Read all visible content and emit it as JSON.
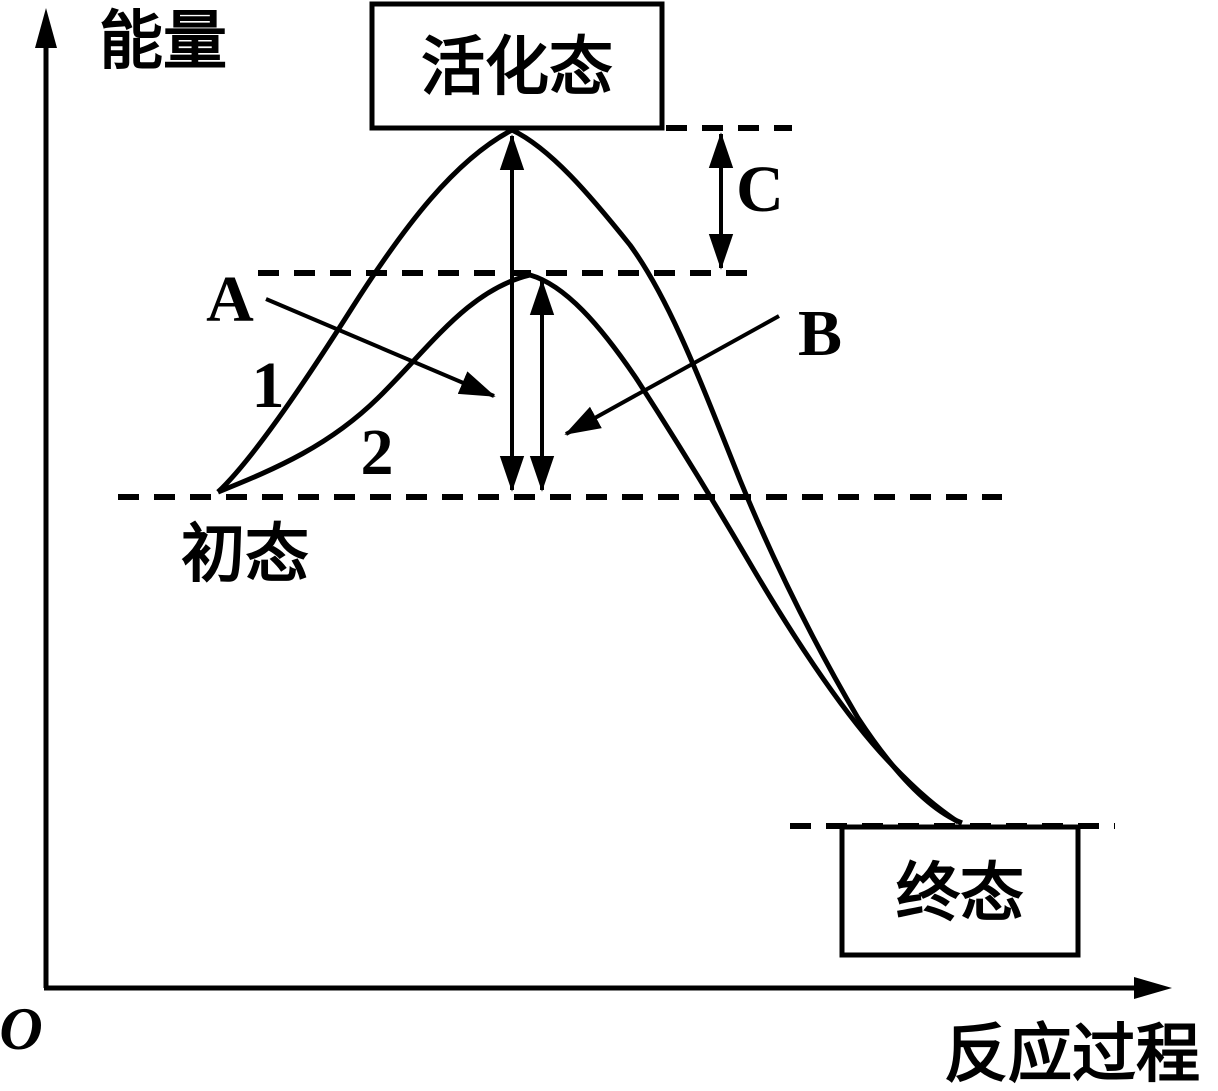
{
  "axes": {
    "y_label": "能量",
    "x_label": "反应过程",
    "origin": "O"
  },
  "states": {
    "activated": "活化态",
    "initial": "初态",
    "final": "终态"
  },
  "curves": {
    "curve1_label": "1",
    "curve2_label": "2"
  },
  "annotations": {
    "a": "A",
    "b": "B",
    "c": "C"
  },
  "colors": {
    "ink": "#000000",
    "background": "#ffffff"
  }
}
